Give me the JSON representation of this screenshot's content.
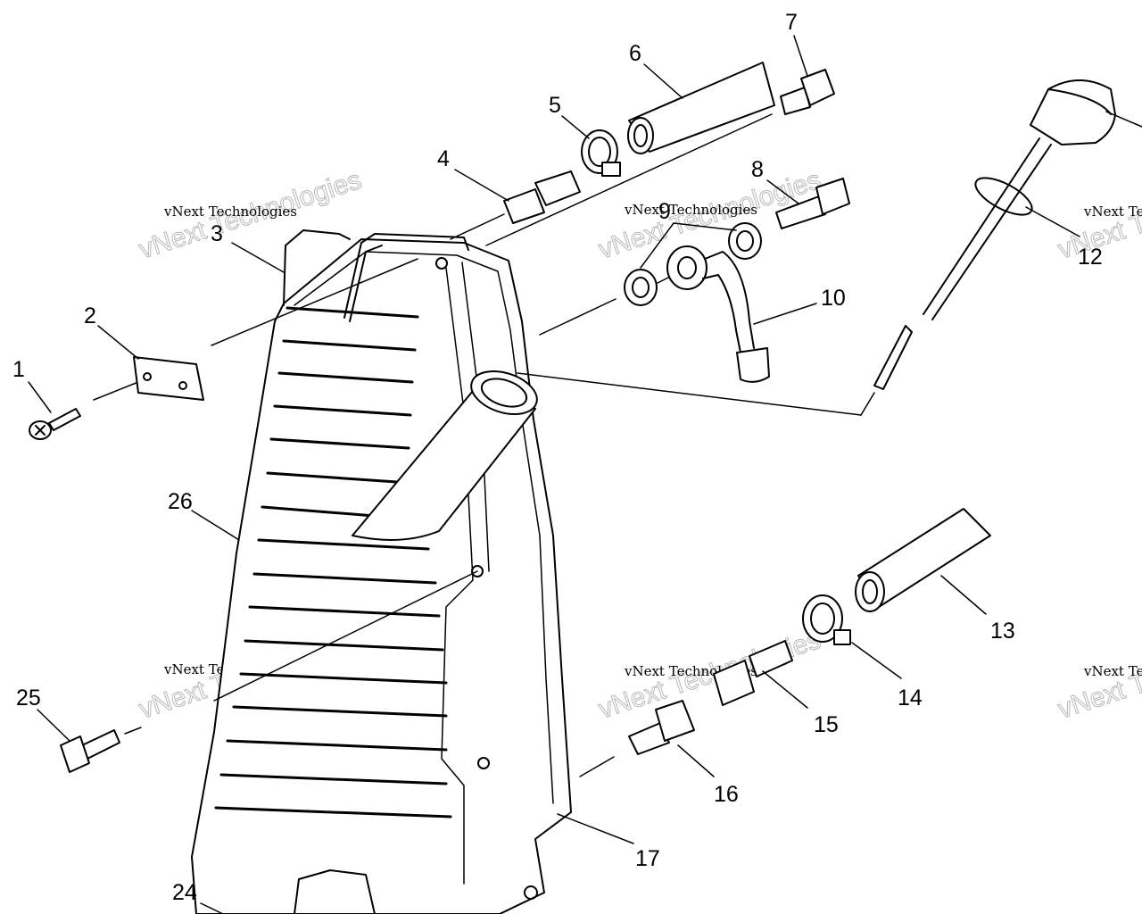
{
  "callouts": {
    "c1": "1",
    "c2": "2",
    "c3": "3",
    "c4": "4",
    "c5": "5",
    "c6": "6",
    "c7": "7",
    "c8": "8",
    "c9": "9",
    "c10": "10",
    "c12": "12",
    "c13": "13",
    "c14": "14",
    "c15": "15",
    "c16": "16",
    "c17": "17",
    "c24": "24",
    "c25": "25",
    "c26": "26"
  },
  "watermark": {
    "line1": "vNext Technologies",
    "line2": "vNext Technologies"
  }
}
